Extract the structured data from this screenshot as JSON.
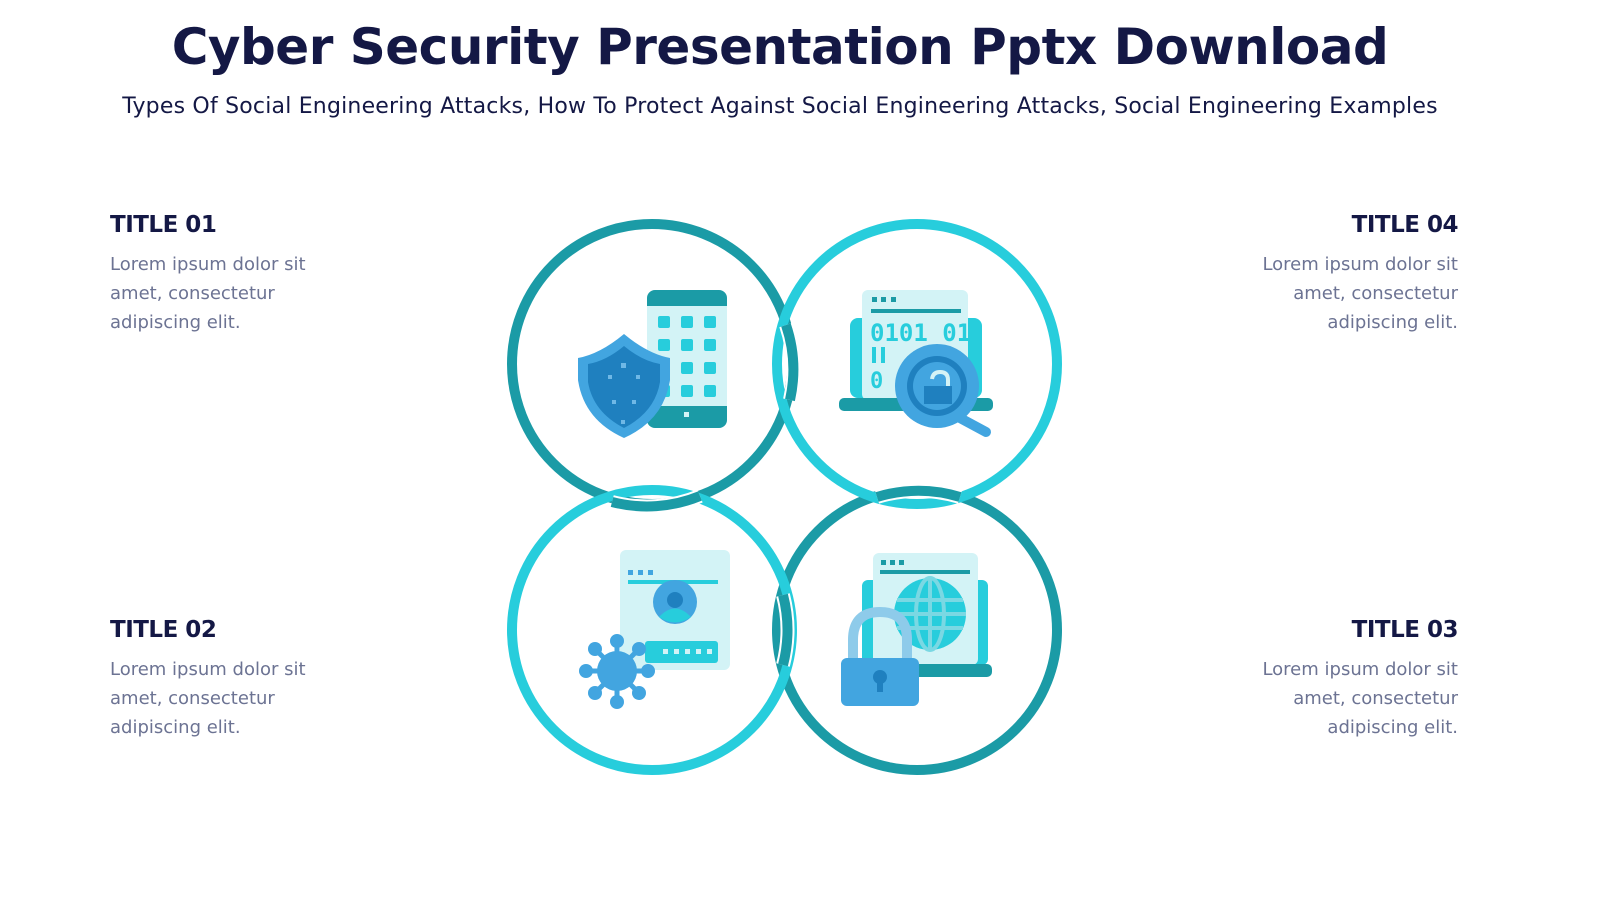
{
  "header": {
    "title": "Cyber Security Presentation Pptx Download",
    "subtitle": "Types Of Social Engineering Attacks, How To Protect Against Social Engineering Attacks, Social Engineering Examples"
  },
  "blocks": [
    {
      "id": "01",
      "title": "TITLE 01",
      "line1": "Lorem ipsum dolor sit",
      "line2": "amet, consectetur",
      "line3": "adipiscing elit."
    },
    {
      "id": "02",
      "title": "TITLE 02",
      "line1": "Lorem ipsum dolor sit",
      "line2": "amet, consectetur",
      "line3": "adipiscing elit."
    },
    {
      "id": "03",
      "title": "TITLE 03",
      "line1": "Lorem ipsum dolor sit",
      "line2": "amet, consectetur",
      "line3": "adipiscing elit."
    },
    {
      "id": "04",
      "title": "TITLE 04",
      "line1": "Lorem ipsum dolor sit",
      "line2": "amet, consectetur",
      "line3": "adipiscing elit."
    }
  ],
  "diagram": {
    "circles": [
      {
        "position": "top-left",
        "icon": "shield-phone-icon",
        "color": "#1b9ba6"
      },
      {
        "position": "top-right",
        "icon": "laptop-binary-search-unlock-icon",
        "color": "#27cddc"
      },
      {
        "position": "bottom-left",
        "icon": "virus-login-icon",
        "color": "#27cddc"
      },
      {
        "position": "bottom-right",
        "icon": "globe-lock-icon",
        "color": "#1b9ba6"
      }
    ],
    "binary_text": "0101 01"
  },
  "colors": {
    "title": "#141845",
    "body_text": "#6c7393",
    "dark_teal": "#1b9ba6",
    "light_cyan": "#27cddc",
    "pale_cyan": "#d3f3f6",
    "blue": "#42a5e0",
    "deep_blue": "#1f80bf"
  }
}
